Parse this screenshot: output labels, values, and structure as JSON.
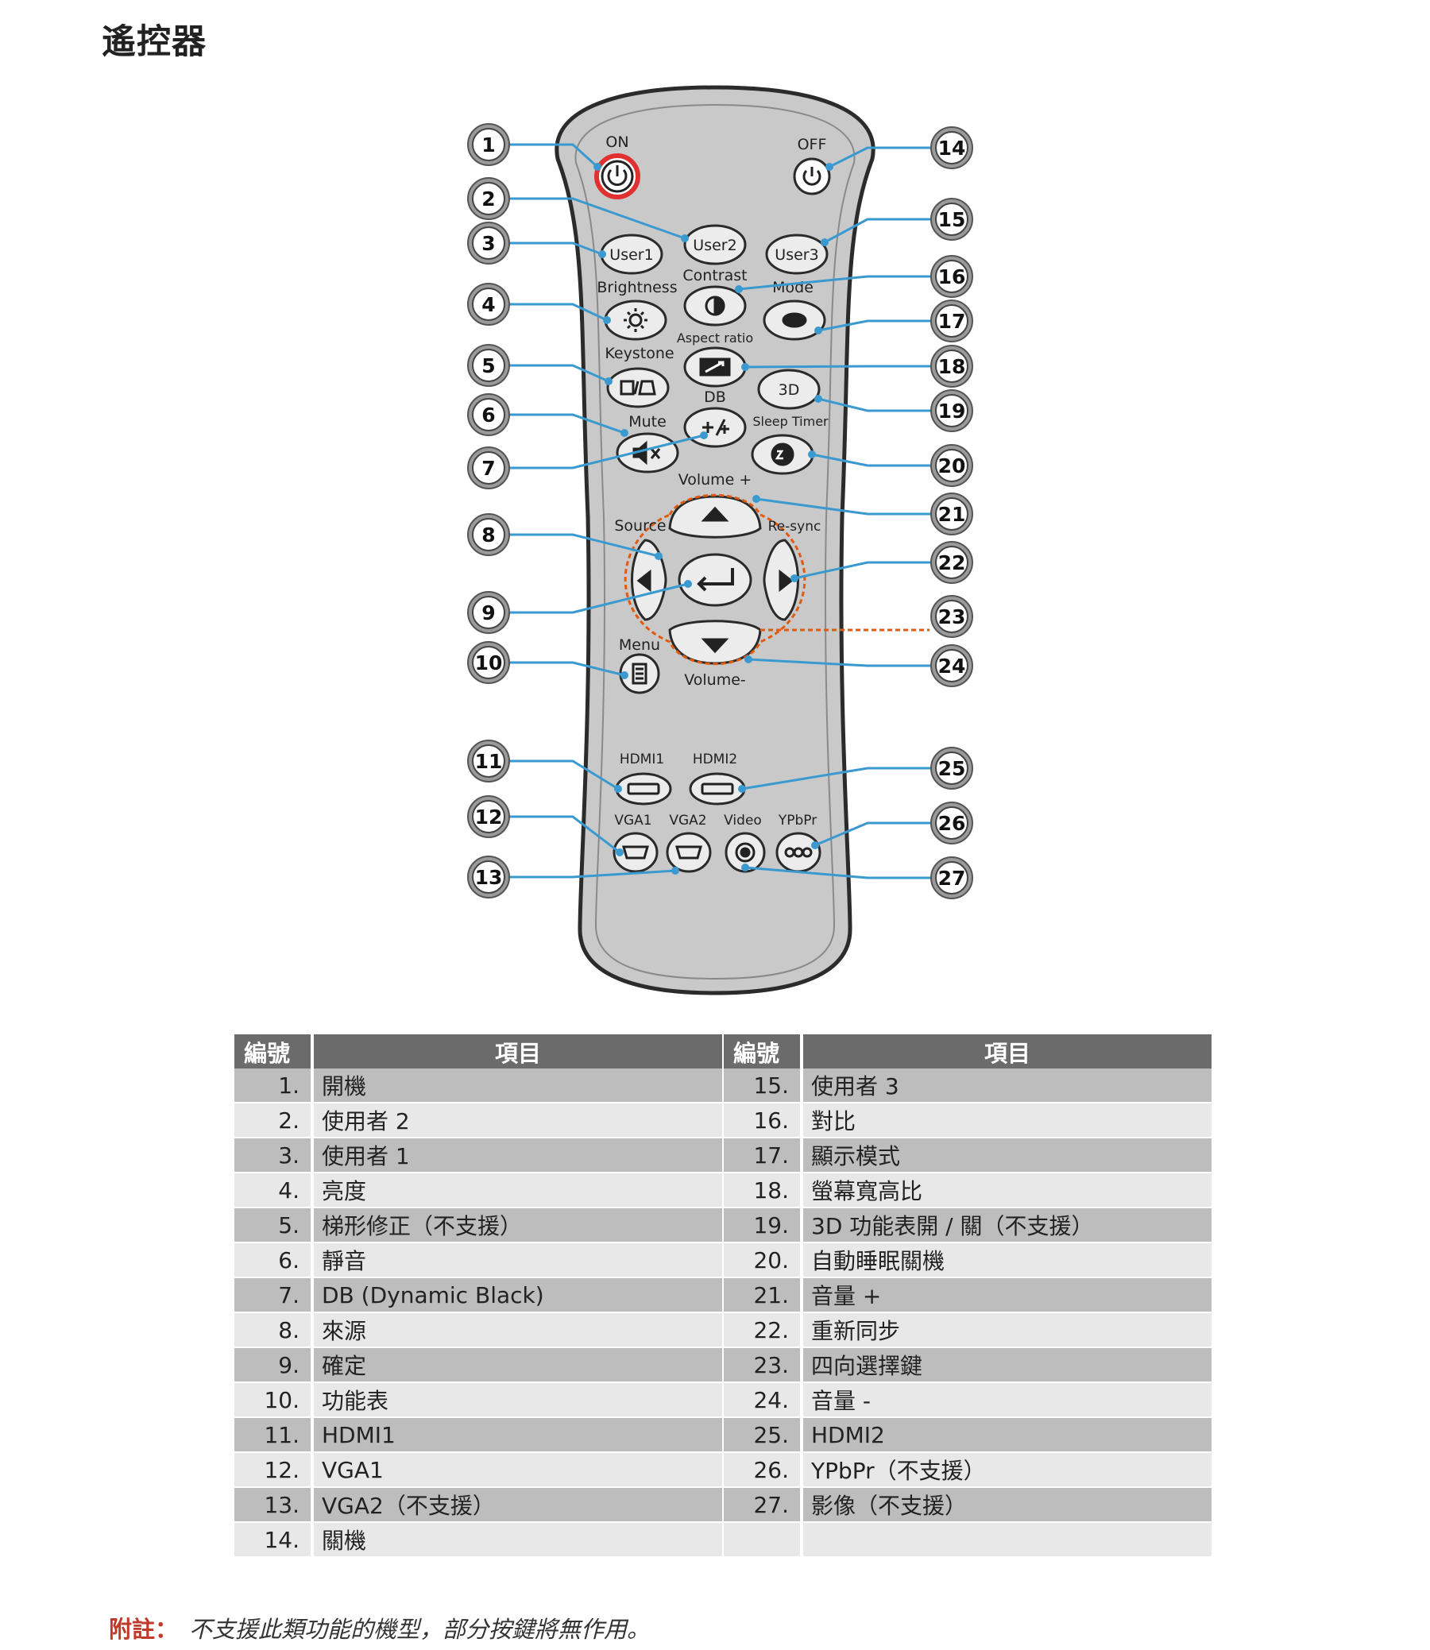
{
  "title": "遙控器",
  "remote": {
    "labels": {
      "on": "ON",
      "off": "OFF",
      "user1": "User1",
      "user2": "User2",
      "user3": "User3",
      "brightness": "Brightness",
      "contrast": "Contrast",
      "mode": "Mode",
      "aspect": "Aspect ratio",
      "keystone": "Keystone",
      "three_d": "3D",
      "db": "DB",
      "mute": "Mute",
      "sleep": "Sleep Timer",
      "volume_up": "Volume +",
      "source": "Source",
      "resync": "Re-sync",
      "menu": "Menu",
      "volume_down": "Volume-",
      "hdmi1": "HDMI1",
      "hdmi2": "HDMI2",
      "vga1": "VGA1",
      "vga2": "VGA2",
      "video": "Video",
      "ypbpr": "YPbPr"
    },
    "callouts_left": [
      "1",
      "2",
      "3",
      "4",
      "5",
      "6",
      "7",
      "8",
      "9",
      "10",
      "11",
      "12",
      "13"
    ],
    "callouts_right": [
      "14",
      "15",
      "16",
      "17",
      "18",
      "19",
      "20",
      "21",
      "22",
      "23",
      "24",
      "25",
      "26",
      "27"
    ],
    "colors": {
      "on_ring": "#e03030",
      "leader": "#3a9ad0",
      "dpad_outline": "#e05a10"
    }
  },
  "table": {
    "col_number": "編號",
    "col_item": "項目",
    "left": [
      {
        "num": "1.",
        "item": "開機"
      },
      {
        "num": "2.",
        "item": "使用者 2"
      },
      {
        "num": "3.",
        "item": "使用者 1"
      },
      {
        "num": "4.",
        "item": "亮度"
      },
      {
        "num": "5.",
        "item": "梯形修正（不支援）"
      },
      {
        "num": "6.",
        "item": "靜音"
      },
      {
        "num": "7.",
        "item": "DB (Dynamic Black)"
      },
      {
        "num": "8.",
        "item": "來源"
      },
      {
        "num": "9.",
        "item": "確定"
      },
      {
        "num": "10.",
        "item": "功能表"
      },
      {
        "num": "11.",
        "item": "HDMI1"
      },
      {
        "num": "12.",
        "item": "VGA1"
      },
      {
        "num": "13.",
        "item": "VGA2（不支援）"
      },
      {
        "num": "14.",
        "item": "關機"
      }
    ],
    "right": [
      {
        "num": "15.",
        "item": "使用者 3"
      },
      {
        "num": "16.",
        "item": "對比"
      },
      {
        "num": "17.",
        "item": "顯示模式"
      },
      {
        "num": "18.",
        "item": "螢幕寬高比"
      },
      {
        "num": "19.",
        "item": "3D 功能表開 / 關（不支援）"
      },
      {
        "num": "20.",
        "item": "自動睡眠關機"
      },
      {
        "num": "21.",
        "item": "音量 +"
      },
      {
        "num": "22.",
        "item": "重新同步"
      },
      {
        "num": "23.",
        "item": "四向選擇鍵"
      },
      {
        "num": "24.",
        "item": "音量 -"
      },
      {
        "num": "25.",
        "item": "HDMI2"
      },
      {
        "num": "26.",
        "item": "YPbPr（不支援）"
      },
      {
        "num": "27.",
        "item": "影像（不支援）"
      },
      {
        "num": "",
        "item": ""
      }
    ]
  },
  "note": {
    "label": "附註：",
    "text": "不支援此類功能的機型，部分按鍵將無作用。"
  }
}
